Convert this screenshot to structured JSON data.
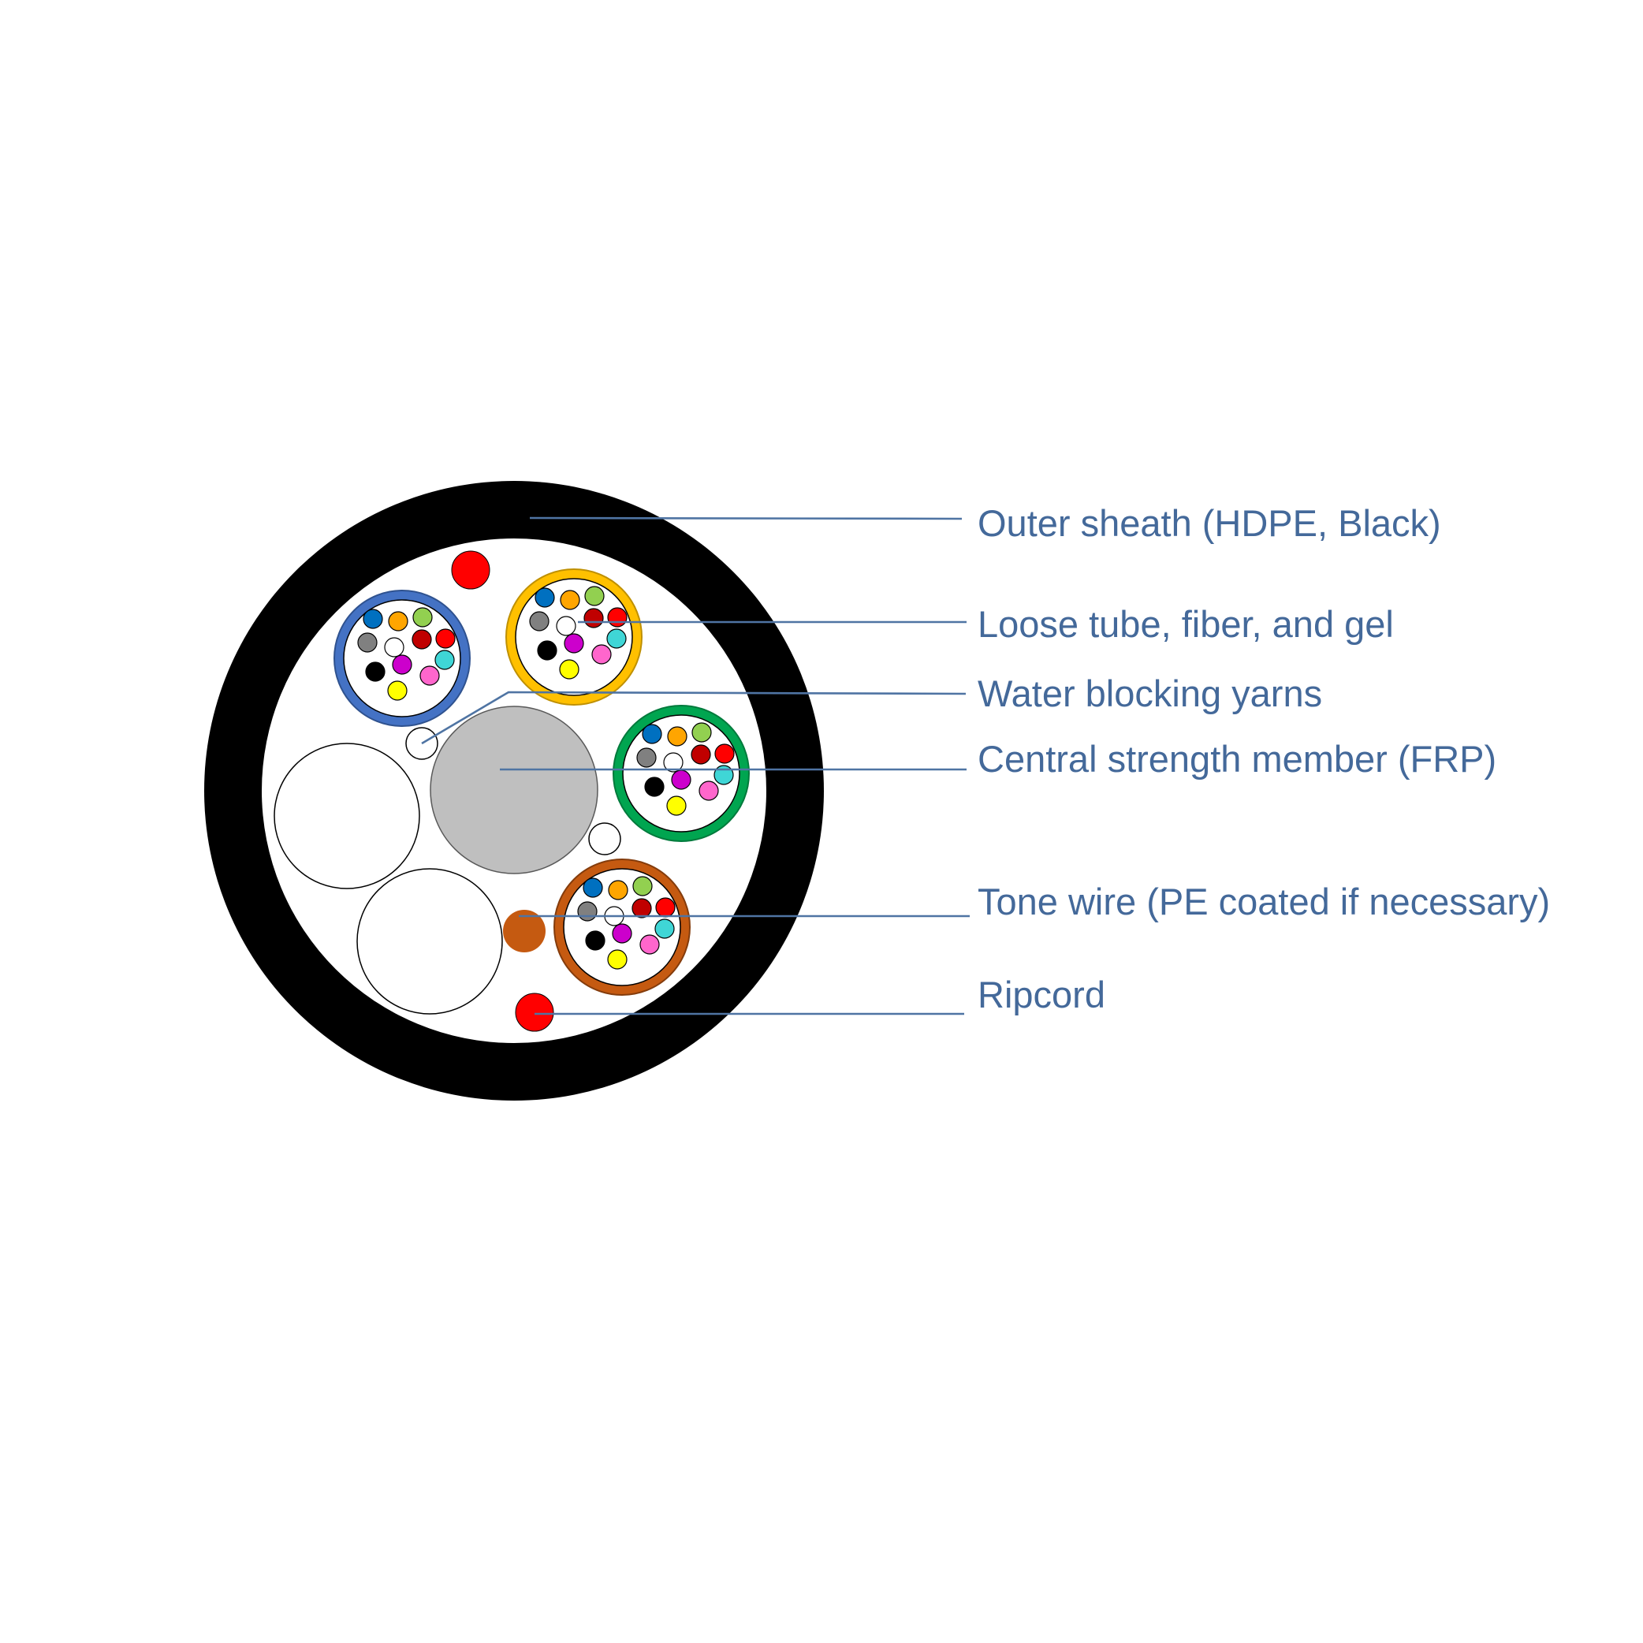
{
  "labels": {
    "outer_sheath": "Outer sheath (HDPE, Black)",
    "loose_tube": "Loose tube, fiber, and gel",
    "water_blocking": "Water blocking yarns",
    "central_member": "Central strength member (FRP)",
    "tone_wire": "Tone wire (PE coated if necessary)",
    "ripcord": "Ripcord"
  },
  "colors": {
    "sheath": "#000000",
    "label_text": "#44699a",
    "leader_line": "#4f74a3",
    "central_member": "#bfbfbf",
    "tone_wire": "#c55a11",
    "ripcord": "#ff0000",
    "tube_blue": "#4472c4",
    "tube_orange": "#ffc000",
    "tube_green": "#00a550",
    "tube_brown": "#c55a11",
    "fiber_colors": [
      "#0070c0",
      "#ffa500",
      "#92d050",
      "#808080",
      "#ffffff",
      "#c00000",
      "#ff0000",
      "#3fd6d6",
      "#000000",
      "#cc00cc",
      "#ff66cc",
      "#ffff00"
    ]
  }
}
